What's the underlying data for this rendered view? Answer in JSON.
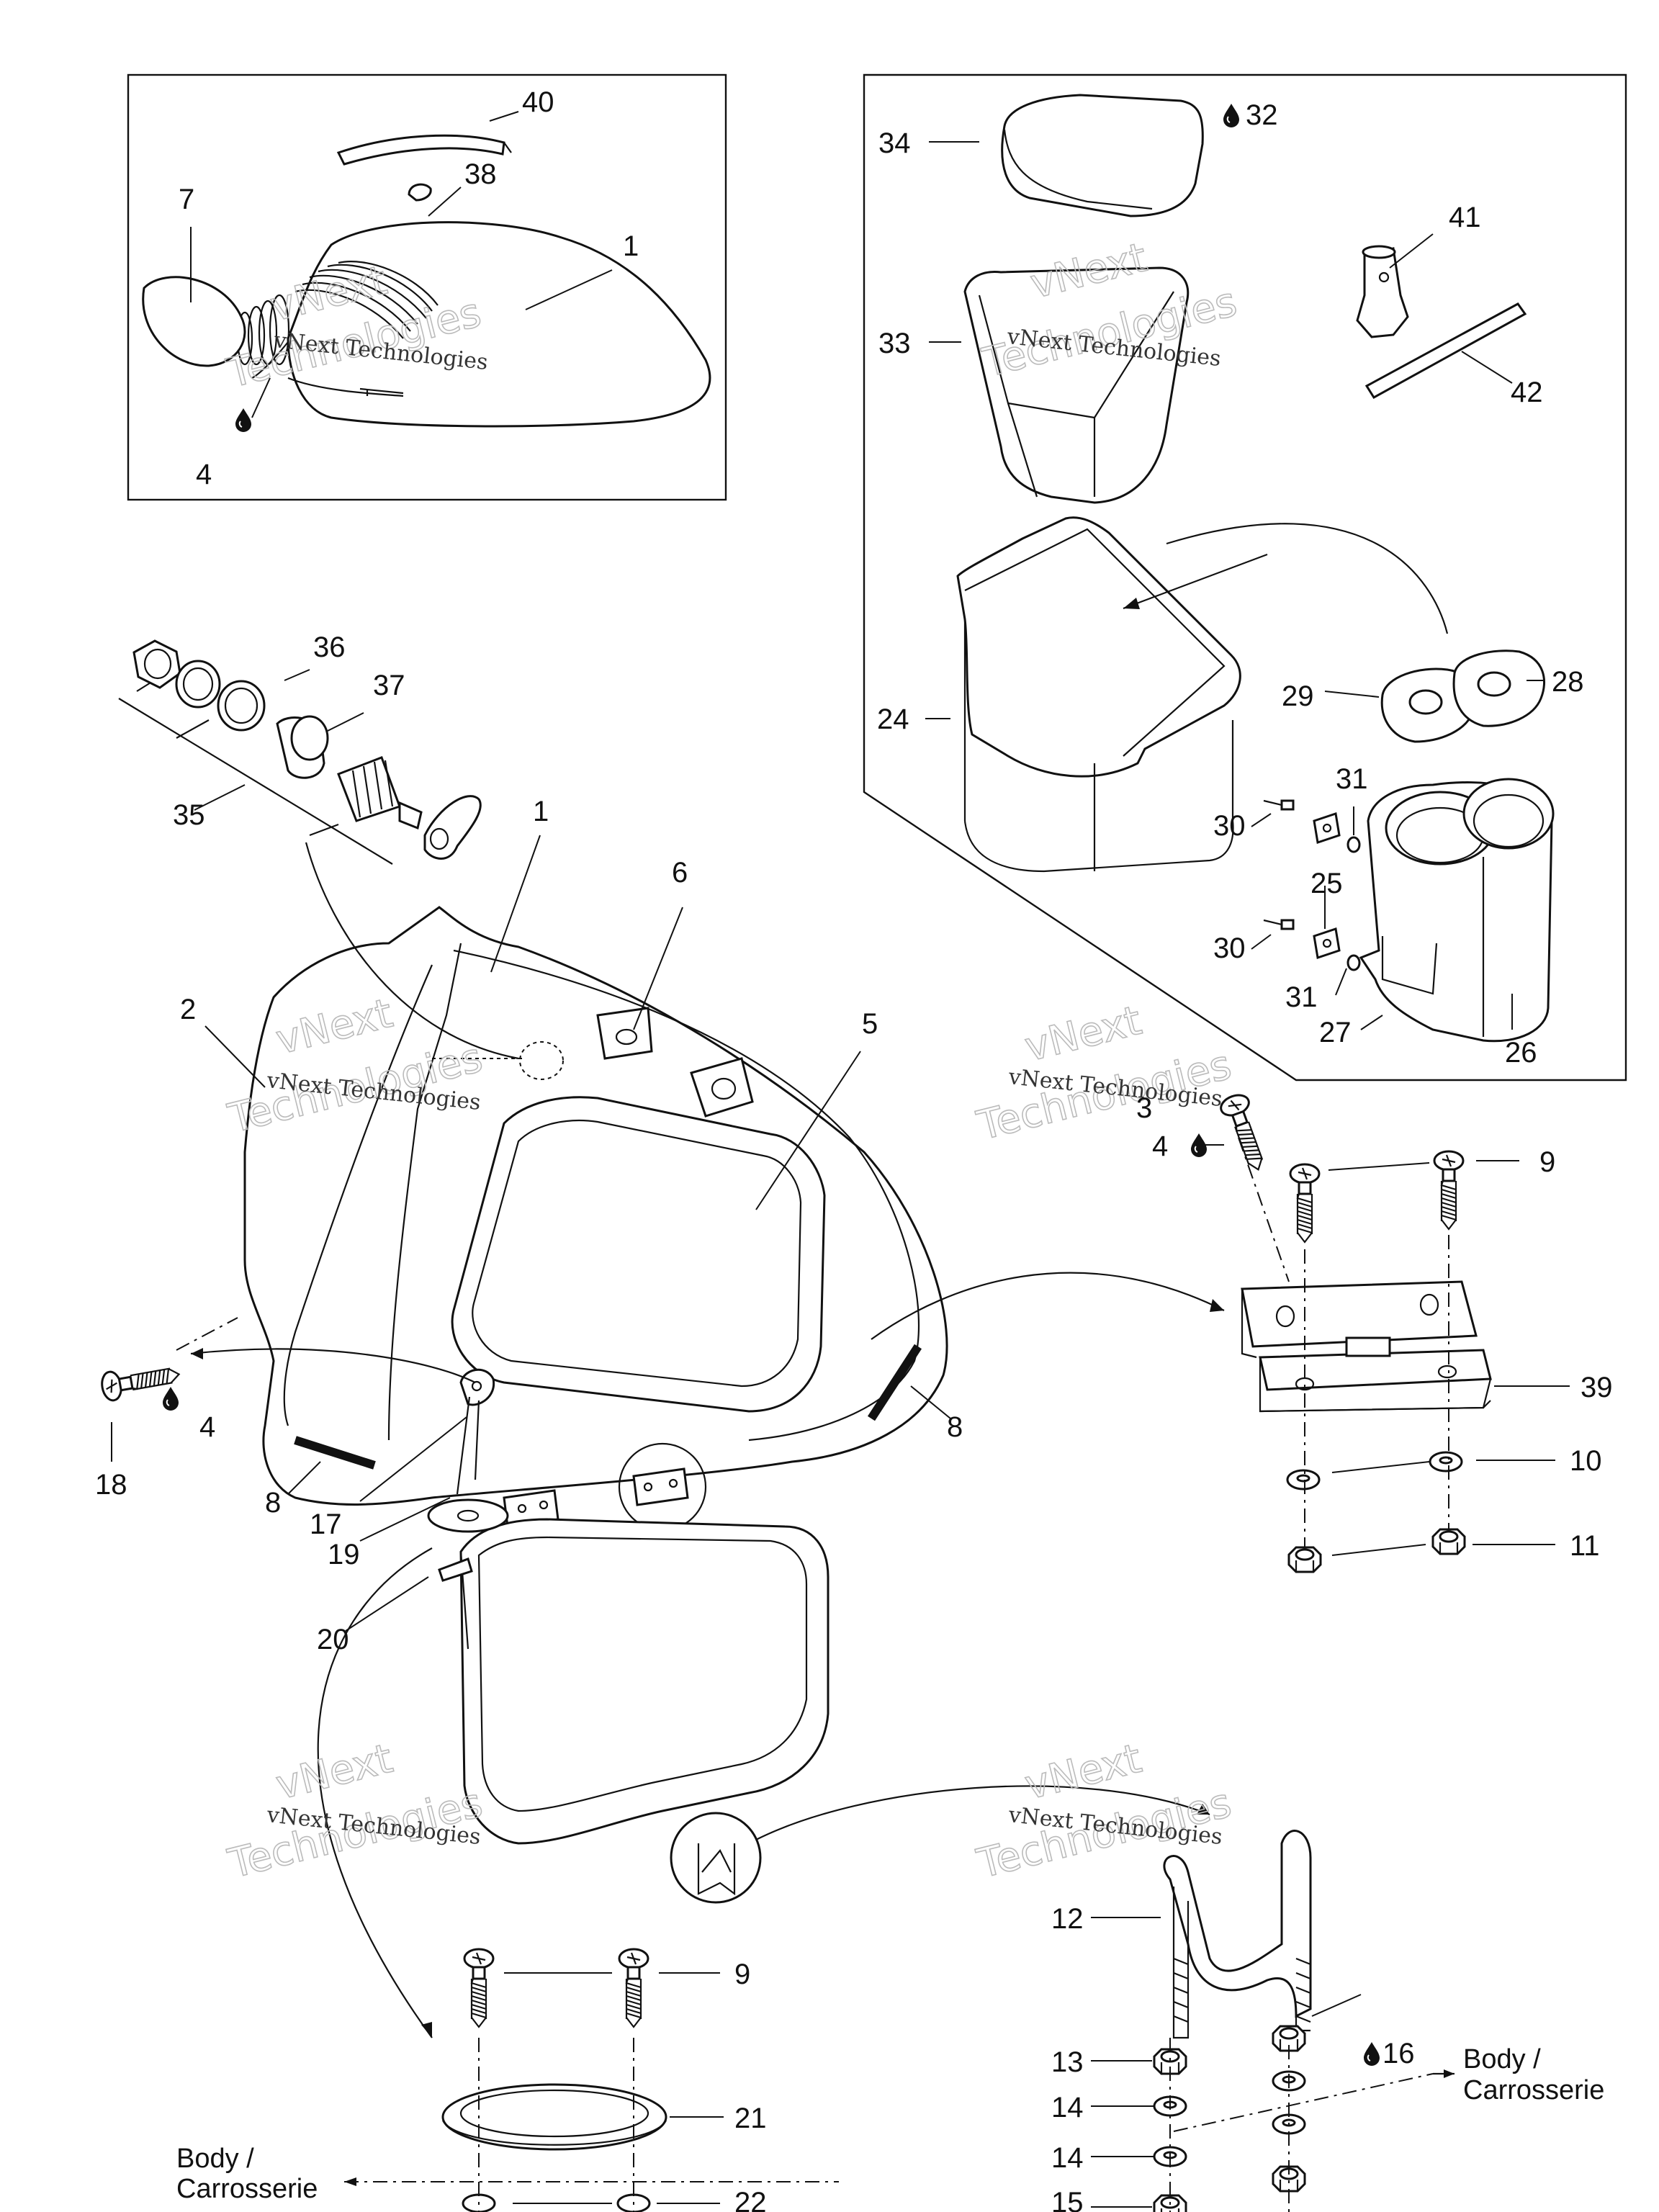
{
  "watermark": {
    "line1": "vNext Technologies",
    "line2_a": "vNext",
    "line2_b": "Technologies"
  },
  "body_label": {
    "line1": "Body /",
    "line2": "Carrosserie"
  },
  "callouts": {
    "c40": "40",
    "c38": "38",
    "c7": "7",
    "c1a": "1",
    "c4a": "4",
    "c34": "34",
    "c32": "32",
    "c33": "33",
    "c41": "41",
    "c42": "42",
    "c24": "24",
    "c29": "29",
    "c28": "28",
    "c31a": "31",
    "c30a": "30",
    "c25": "25",
    "c30b": "30",
    "c31b": "31",
    "c27": "27",
    "c26": "26",
    "c36": "36",
    "c37": "37",
    "c35": "35",
    "c1b": "1",
    "c6": "6",
    "c2": "2",
    "c5": "5",
    "c3": "3",
    "c4b": "4",
    "c9a": "9",
    "c39": "39",
    "c10": "10",
    "c11": "11",
    "c18": "18",
    "c4c": "4",
    "c8a": "8",
    "c8b": "8",
    "c17": "17",
    "c19": "19",
    "c20": "20",
    "c9b": "9",
    "c21": "21",
    "c22": "22",
    "c12": "12",
    "c16": "16",
    "c13": "13",
    "c14a": "14",
    "c14b": "14",
    "c15": "15"
  },
  "icons": {
    "sealant": "drop-icon"
  }
}
